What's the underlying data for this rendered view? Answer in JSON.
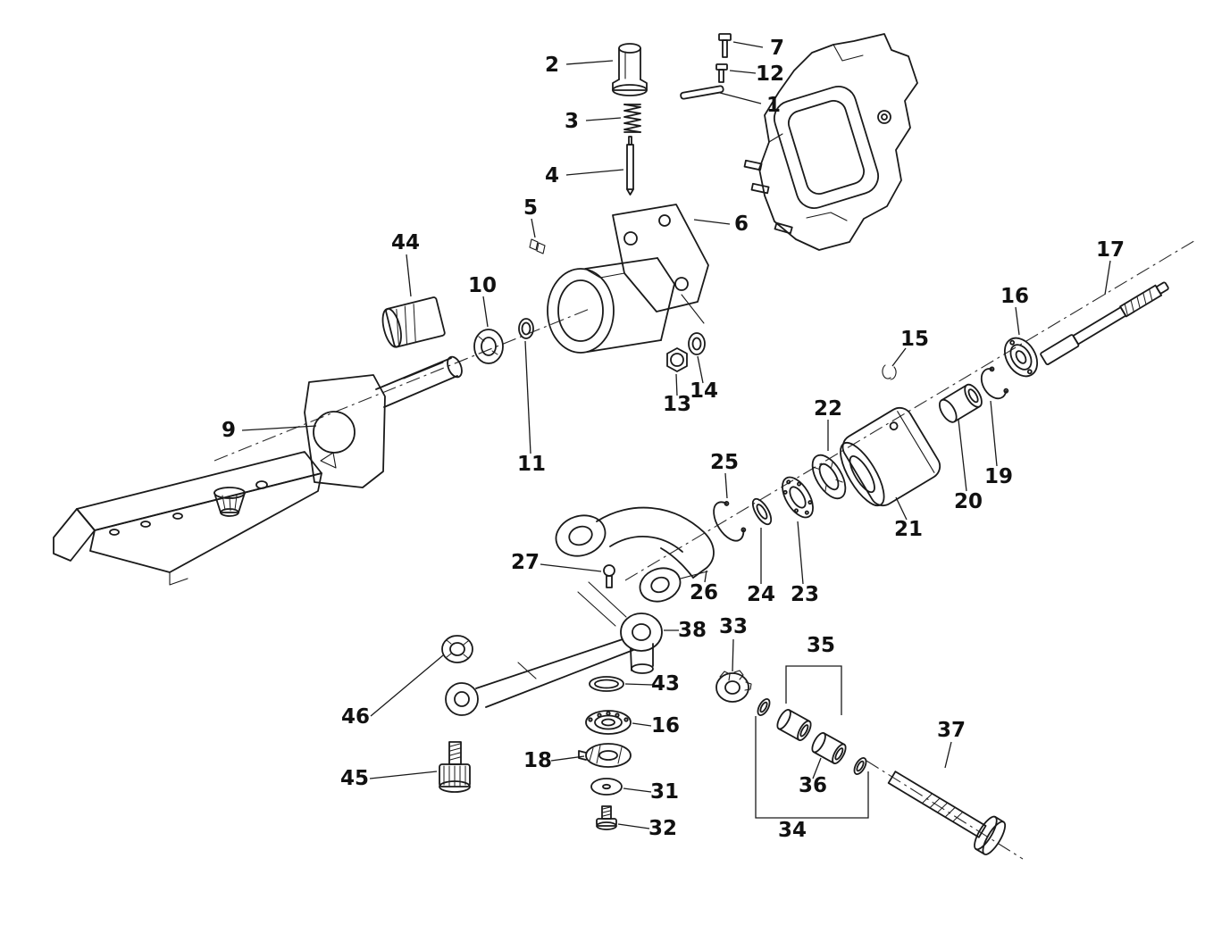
{
  "figure": {
    "kind": "exploded-parts-diagram",
    "background_color": "#ffffff",
    "line_color": "#1a1a1a"
  },
  "callouts": {
    "n1": "1",
    "n2": "2",
    "n3": "3",
    "n4": "4",
    "n5": "5",
    "n6": "6",
    "n7": "7",
    "n9": "9",
    "n10": "10",
    "n11": "11",
    "n12": "12",
    "n13": "13",
    "n14": "14",
    "n15": "15",
    "n16a": "16",
    "n16b": "16",
    "n17": "17",
    "n18": "18",
    "n19": "19",
    "n20": "20",
    "n21": "21",
    "n22": "22",
    "n23": "23",
    "n24": "24",
    "n25": "25",
    "n26": "26",
    "n27": "27",
    "n31": "31",
    "n32": "32",
    "n33": "33",
    "n34": "34",
    "n35": "35",
    "n36": "36",
    "n37": "37",
    "n38": "38",
    "n43": "43",
    "n44": "44",
    "n45": "45",
    "n46": "46"
  }
}
